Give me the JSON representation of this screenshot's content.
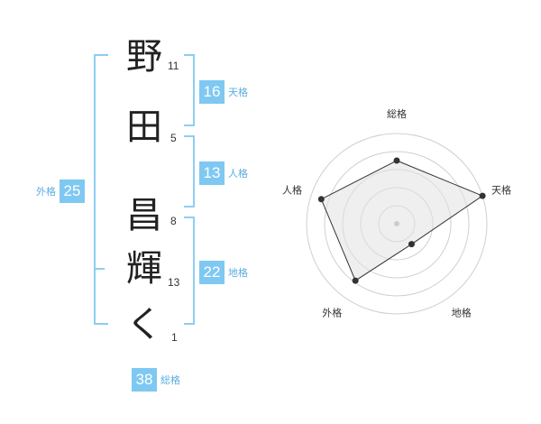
{
  "name": {
    "chars": [
      {
        "char": "野",
        "strokes": "11"
      },
      {
        "char": "田",
        "strokes": "5"
      },
      {
        "char": "昌",
        "strokes": "8"
      },
      {
        "char": "輝",
        "strokes": "13"
      },
      {
        "char": "く",
        "strokes": "1"
      }
    ]
  },
  "fortune": {
    "tenkaku": {
      "value": "16",
      "label": "天格"
    },
    "jinkaku": {
      "value": "13",
      "label": "人格"
    },
    "chikaku": {
      "value": "22",
      "label": "地格"
    },
    "gaikaku": {
      "value": "25",
      "label": "外格"
    },
    "soukaku": {
      "value": "38",
      "label": "総格"
    }
  },
  "colors": {
    "accent": "#7ec8f2",
    "bracket": "#8fcdf2",
    "label": "#5aaee0"
  },
  "chart_data": {
    "type": "radar",
    "axes": [
      "総格",
      "天格",
      "地格",
      "外格",
      "人格"
    ],
    "max": 5,
    "rings": 5,
    "values": [
      3.5,
      5,
      1.4,
      3.9,
      4.4
    ]
  }
}
